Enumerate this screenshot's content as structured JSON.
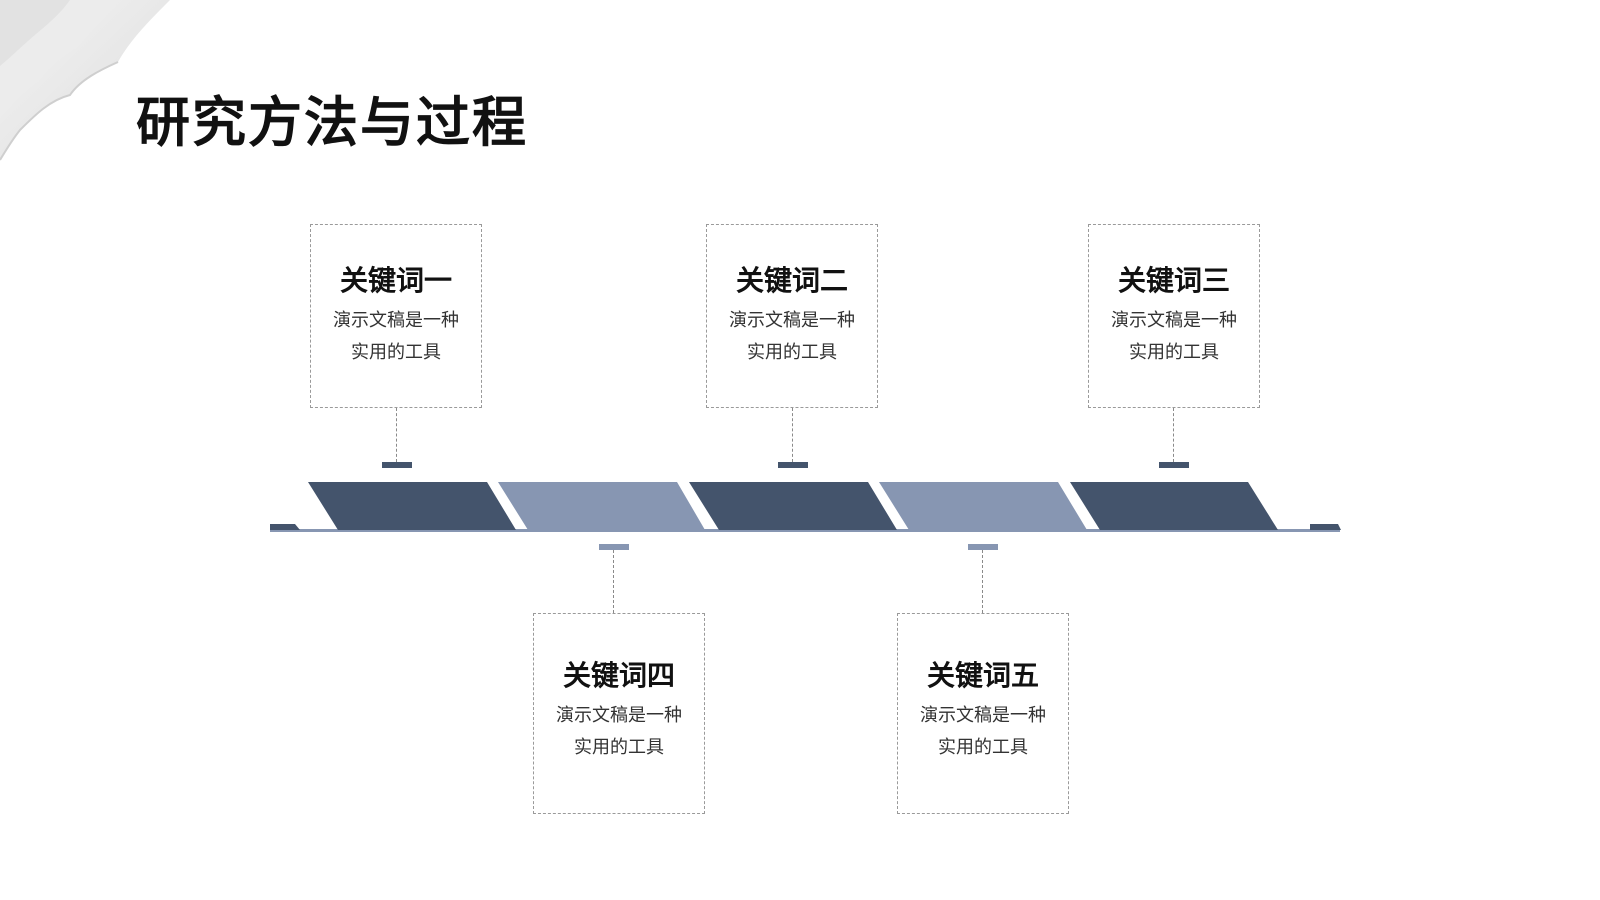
{
  "page": {
    "title": "研究方法与过程"
  },
  "colors": {
    "dark_segment": "#44546c",
    "light_segment": "#8796b2",
    "axis_line": "#8796b2",
    "card_border": "#9a9a9a"
  },
  "keywords": [
    {
      "title": "关键词一",
      "line1": "演示文稿是一种",
      "line2": "实用的工具"
    },
    {
      "title": "关键词二",
      "line1": "演示文稿是一种",
      "line2": "实用的工具"
    },
    {
      "title": "关键词三",
      "line1": "演示文稿是一种",
      "line2": "实用的工具"
    },
    {
      "title": "关键词四",
      "line1": "演示文稿是一种",
      "line2": "实用的工具"
    },
    {
      "title": "关键词五",
      "line1": "演示文稿是一种",
      "line2": "实用的工具"
    }
  ]
}
